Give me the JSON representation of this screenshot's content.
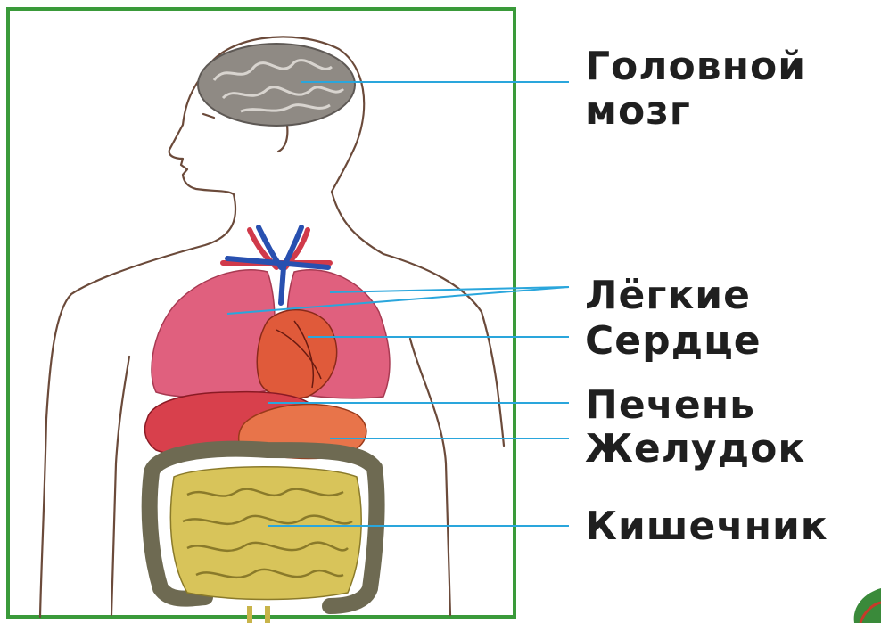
{
  "labels": {
    "brain_line1": "Головной",
    "brain_line2": "мозг",
    "lungs": "Лёгкие",
    "heart": "Сердце",
    "liver": "Печень",
    "stomach": "Желудок",
    "intestine": "Кишечник"
  },
  "colors": {
    "frame": "#3a9a3a",
    "leader_line": "#2aa6dc",
    "body_outline": "#6b4a3a",
    "brain": "#8f8a84",
    "lungs": "#e0607e",
    "heart": "#e05a3a",
    "liver": "#d8404c",
    "stomach": "#e8744a",
    "intestine": "#d8c45a",
    "large_intestine": "#6e6a52",
    "vessels_blue": "#2850b0",
    "vessels_red": "#d03a4a"
  }
}
